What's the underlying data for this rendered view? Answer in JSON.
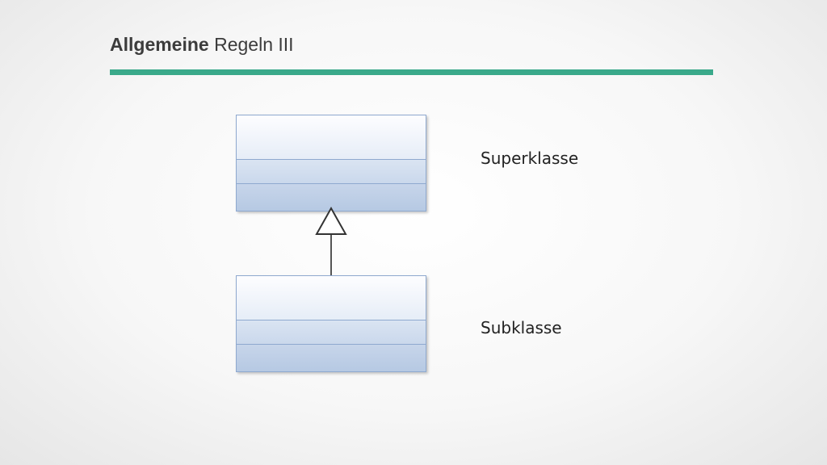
{
  "title": {
    "bold": "Allgemeine",
    "rest": "Regeln III"
  },
  "accent_color": "#3aa98a",
  "superclass": {
    "label": "Superklasse"
  },
  "subclass": {
    "label": "Subklasse"
  }
}
